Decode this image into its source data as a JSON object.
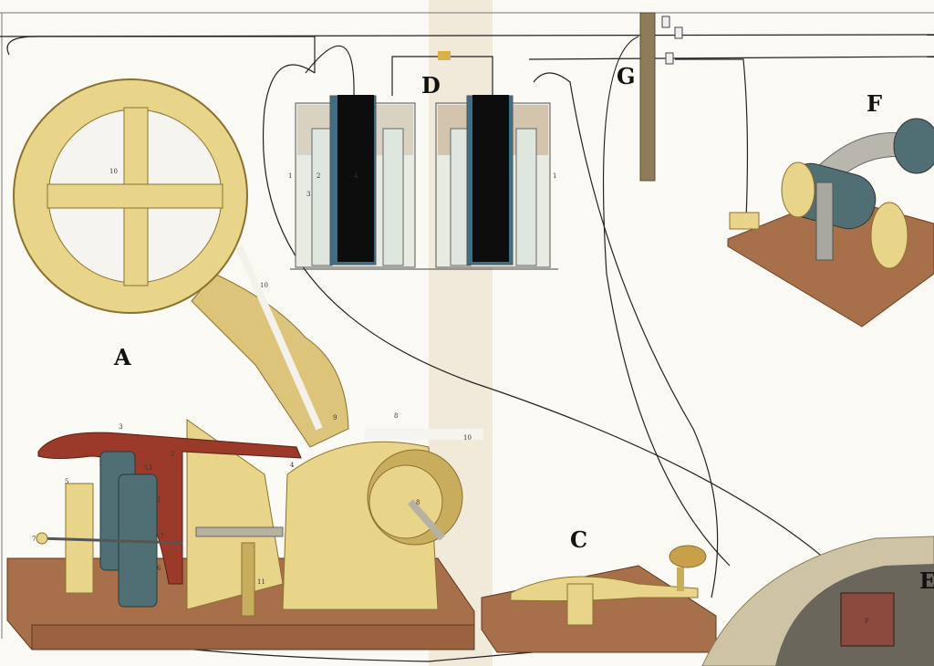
{
  "labels": {
    "A": "A",
    "C": "C",
    "D": "D",
    "E": "E",
    "F": "F",
    "G": "G",
    "P": "P"
  },
  "part_numbers": {
    "wheel": "10",
    "paper_strip": "10",
    "gear_top": "8",
    "strip_end": "10",
    "roller": "9",
    "lever_lower": "11",
    "ratchet": "8",
    "coil_left": "1",
    "coil_right": "1",
    "screw_top": "3",
    "screw_mid": "13",
    "post": "5",
    "knob": "7",
    "armature": "7",
    "spring": "6",
    "stylus": "4",
    "lever": "2",
    "cell_outer_left": "1",
    "cell_outer_right": "1",
    "cell_porous": "2",
    "cell_liquid": "3",
    "cell_carbon": "4"
  },
  "colors": {
    "brass": "#e9d58a",
    "brass_dark": "#b89c4a",
    "wood": "#a8704a",
    "lever_red": "#9b3a2a",
    "coil": "#4f6f74",
    "carbon": "#0d0d0d",
    "zinc_blue": "#3f6f86",
    "liquid": "#dfe8e0",
    "ground": "#cfc3a6",
    "pole": "#8e7b5a"
  }
}
